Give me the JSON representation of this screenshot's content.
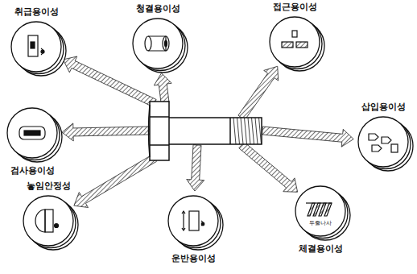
{
  "diagram": {
    "nodes": [
      {
        "text": [
          "취급용이성"
        ]
      },
      {
        "text": [
          "청결용이성"
        ]
      },
      {
        "text": [
          "접근용이성"
        ]
      },
      {
        "text": [
          "검사용이성"
        ]
      },
      {
        "text": [
          "삽입용이성"
        ]
      },
      {
        "text": [
          "놓임안정성"
        ]
      },
      {
        "text": [
          "운반용이성"
        ]
      },
      {
        "text": [
          "체결용이성"
        ]
      }
    ],
    "labels": [
      "두줄나사"
    ]
  }
}
